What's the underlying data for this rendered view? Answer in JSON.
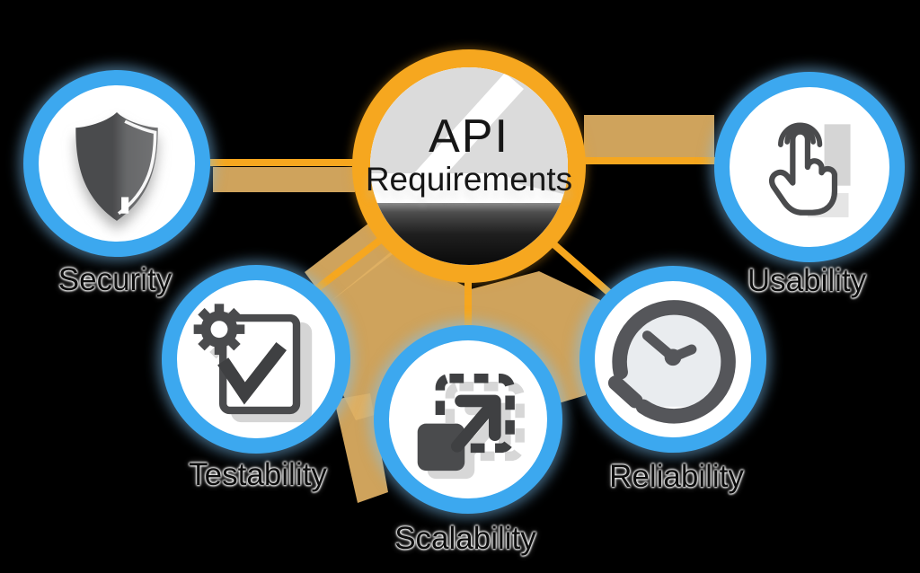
{
  "diagram": {
    "title": "API Requirements",
    "center": {
      "line1": "API",
      "line2": "Requirements"
    },
    "nodes": [
      {
        "id": "security",
        "label": "Security",
        "icon": "shield-icon"
      },
      {
        "id": "usability",
        "label": "Usability",
        "icon": "tap-gesture-icon"
      },
      {
        "id": "testability",
        "label": "Testability",
        "icon": "clipboard-gear-check-icon"
      },
      {
        "id": "scalability",
        "label": "Scalability",
        "icon": "expand-arrow-icon"
      },
      {
        "id": "reliability",
        "label": "Reliability",
        "icon": "clock-history-icon"
      }
    ],
    "colors": {
      "background": "#000000",
      "hub_ring": "#F6A71F",
      "node_ring": "#3CA8EF",
      "connector": "#F6A71F",
      "connector_glow": "#E1B164",
      "icon_gray": "#4A4B4D",
      "label_text": "#0D0D0D"
    }
  }
}
